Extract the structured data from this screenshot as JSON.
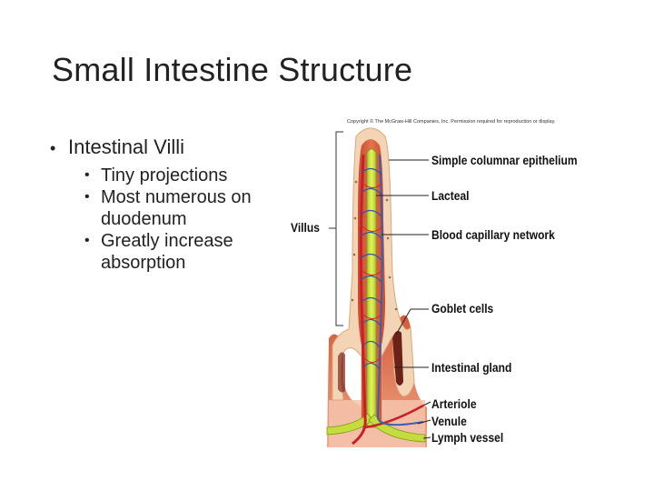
{
  "slide": {
    "title": "Small Intestine Structure",
    "bullet": "Intestinal Villi",
    "sub_bullets": [
      "Tiny projections",
      "Most numerous on duodenum",
      "Greatly increase absorption"
    ]
  },
  "figure": {
    "copyright": "Copyright © The McGraw-Hill Companies, Inc. Permission required for reproduction or display.",
    "villus_label": "Villus",
    "labels": {
      "epithelium": "Simple columnar epithelium",
      "lacteal": "Lacteal",
      "capillary": "Blood capillary network",
      "goblet": "Goblet cells",
      "gland": "Intestinal gland",
      "arteriole": "Arteriole",
      "venule": "Venule",
      "lymph": "Lymph vessel"
    }
  }
}
